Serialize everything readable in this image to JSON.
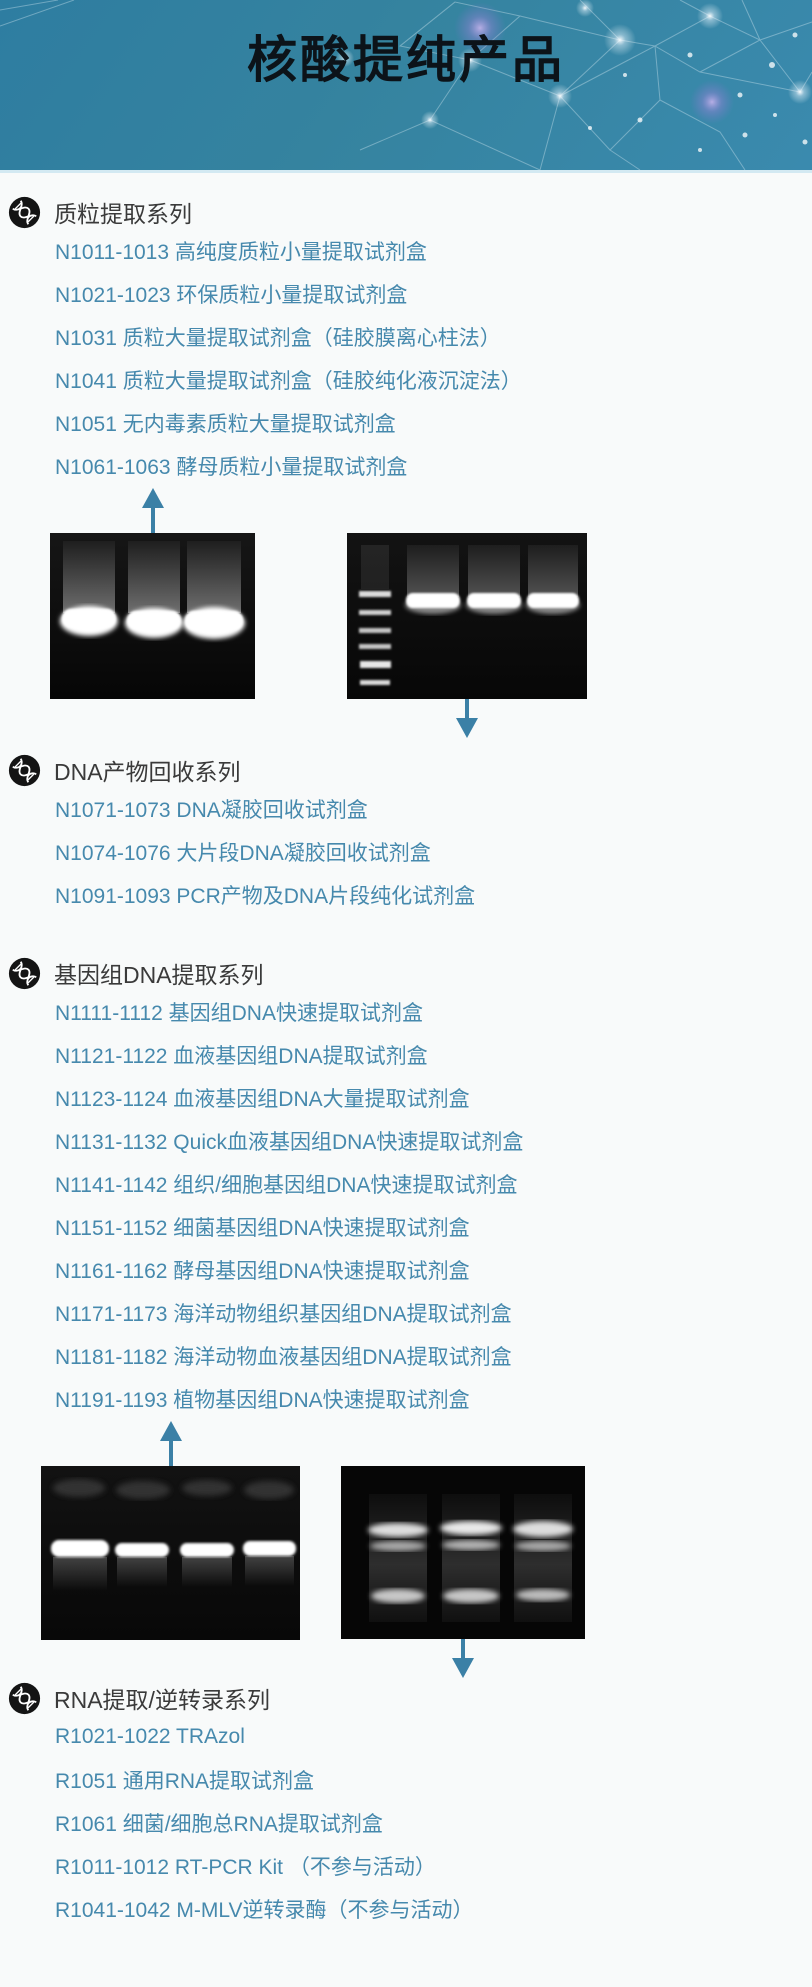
{
  "header": {
    "title": "核酸提纯产品",
    "background_color": "#35839f",
    "decoration": "network-constellation-pattern"
  },
  "colors": {
    "link_text": "#4689ad",
    "section_title_text": "#3a3a3a",
    "arrow": "#3b80a6",
    "page_background": "#f8fafa"
  },
  "icons": {
    "section_bullet": "dna-icon",
    "up_arrow": "arrow-up-icon",
    "down_arrow": "arrow-down-icon"
  },
  "figures": {
    "plasmid_gel_left": "agarose-gel-3-lanes-bright-top-bands",
    "plasmid_gel_right": "agarose-gel-ladder-plus-3-lanes",
    "genomic_gel_left": "agarose-gel-4-lanes-mid-bands",
    "rna_gel_right": "agarose-gel-3-lanes-rna-bands"
  },
  "sections": [
    {
      "title": "质粒提取系列",
      "items": [
        "N1011-1013 高纯度质粒小量提取试剂盒",
        "N1021-1023 环保质粒小量提取试剂盒",
        "N1031 质粒大量提取试剂盒（硅胶膜离心柱法）",
        "N1041 质粒大量提取试剂盒（硅胶纯化液沉淀法）",
        "N1051 无内毒素质粒大量提取试剂盒",
        "N1061-1063 酵母质粒小量提取试剂盒"
      ]
    },
    {
      "title": "DNA产物回收系列",
      "items": [
        "N1071-1073 DNA凝胶回收试剂盒",
        "N1074-1076 大片段DNA凝胶回收试剂盒",
        "N1091-1093 PCR产物及DNA片段纯化试剂盒"
      ]
    },
    {
      "title": "基因组DNA提取系列",
      "items": [
        "N1111-1112 基因组DNA快速提取试剂盒",
        "N1121-1122 血液基因组DNA提取试剂盒",
        "N1123-1124 血液基因组DNA大量提取试剂盒",
        "N1131-1132 Quick血液基因组DNA快速提取试剂盒",
        "N1141-1142 组织/细胞基因组DNA快速提取试剂盒",
        "N1151-1152 细菌基因组DNA快速提取试剂盒",
        "N1161-1162 酵母基因组DNA快速提取试剂盒",
        "N1171-1173 海洋动物组织基因组DNA提取试剂盒",
        "N1181-1182 海洋动物血液基因组DNA提取试剂盒",
        "N1191-1193 植物基因组DNA快速提取试剂盒"
      ]
    },
    {
      "title": "RNA提取/逆转录系列",
      "items": [
        "R1021-1022 TRAzol",
        "R1051 通用RNA提取试剂盒",
        "R1061 细菌/细胞总RNA提取试剂盒",
        "R1011-1012 RT-PCR Kit （不参与活动）",
        "R1041-1042 M-MLV逆转录酶（不参与活动）"
      ]
    }
  ]
}
